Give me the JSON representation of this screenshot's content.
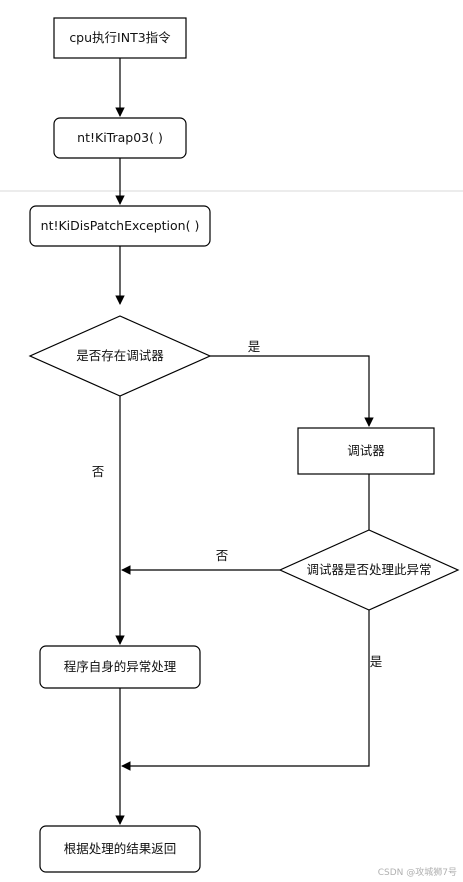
{
  "nodes": {
    "cpu_int3": "cpu执行INT3指令",
    "kitrap03": "nt!KiTrap03( )",
    "kidispatch": "nt!KiDisPatchException( )",
    "has_debugger": "是否存在调试器",
    "debugger": "调试器",
    "debugger_handles": "调试器是否处理此异常",
    "self_handle": "程序自身的异常处理",
    "return_result": "根据处理的结果返回"
  },
  "edges": {
    "has_debugger_yes": "是",
    "has_debugger_no": "否",
    "debugger_handles_no": "否",
    "debugger_handles_yes": "是"
  },
  "watermark": "CSDN @攻城狮7号"
}
